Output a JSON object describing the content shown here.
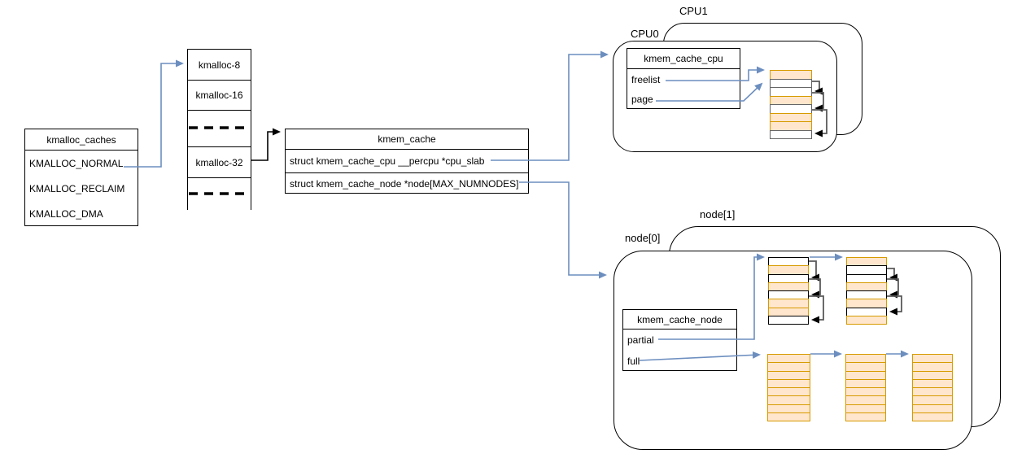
{
  "boxes": {
    "kmalloc_caches": {
      "title": "kmalloc_caches",
      "rows": [
        "KMALLOC_NORMAL",
        "KMALLOC_RECLAIM",
        "KMALLOC_DMA"
      ]
    },
    "kmalloc_sizes": {
      "rows": [
        "kmalloc-8",
        "kmalloc-16",
        "kmalloc-32"
      ]
    },
    "kmem_cache": {
      "title": "kmem_cache",
      "fields": [
        "struct kmem_cache_cpu __percpu *cpu_slab",
        "struct kmem_cache_node *node[MAX_NUMNODES]"
      ]
    },
    "kmem_cache_cpu": {
      "title": "kmem_cache_cpu",
      "fields": [
        "freelist",
        "page"
      ]
    },
    "kmem_cache_node": {
      "title": "kmem_cache_node",
      "fields": [
        "partial",
        "full"
      ]
    }
  },
  "labels": {
    "cpu0": "CPU0",
    "cpu1": "CPU1",
    "node0": "node[0]",
    "node1": "node[1]"
  },
  "colors": {
    "arrow_blue": "#6c8ebf",
    "chain_gray": "#595959",
    "arrow_black": "#000000",
    "slab_fill": "#ffe6cc",
    "slab_stroke": "#d79b00"
  },
  "slabs": {
    "cpu": [
      "orange",
      "white",
      "white",
      "orange",
      "white",
      "orange",
      "orange",
      "white"
    ],
    "partial_a": [
      "white",
      "orange",
      "white",
      "orange",
      "white",
      "orange",
      "orange",
      "white"
    ],
    "partial_b": [
      "orange",
      "white",
      "white",
      "orange",
      "white",
      "orange",
      "white",
      "orange"
    ],
    "full_1": [
      "orange",
      "orange",
      "orange",
      "orange",
      "orange",
      "orange",
      "orange",
      "orange"
    ],
    "full_2": [
      "orange",
      "orange",
      "orange",
      "orange",
      "orange",
      "orange",
      "orange",
      "orange"
    ],
    "full_3": [
      "orange",
      "orange",
      "orange",
      "orange",
      "orange",
      "orange",
      "orange",
      "orange"
    ]
  }
}
